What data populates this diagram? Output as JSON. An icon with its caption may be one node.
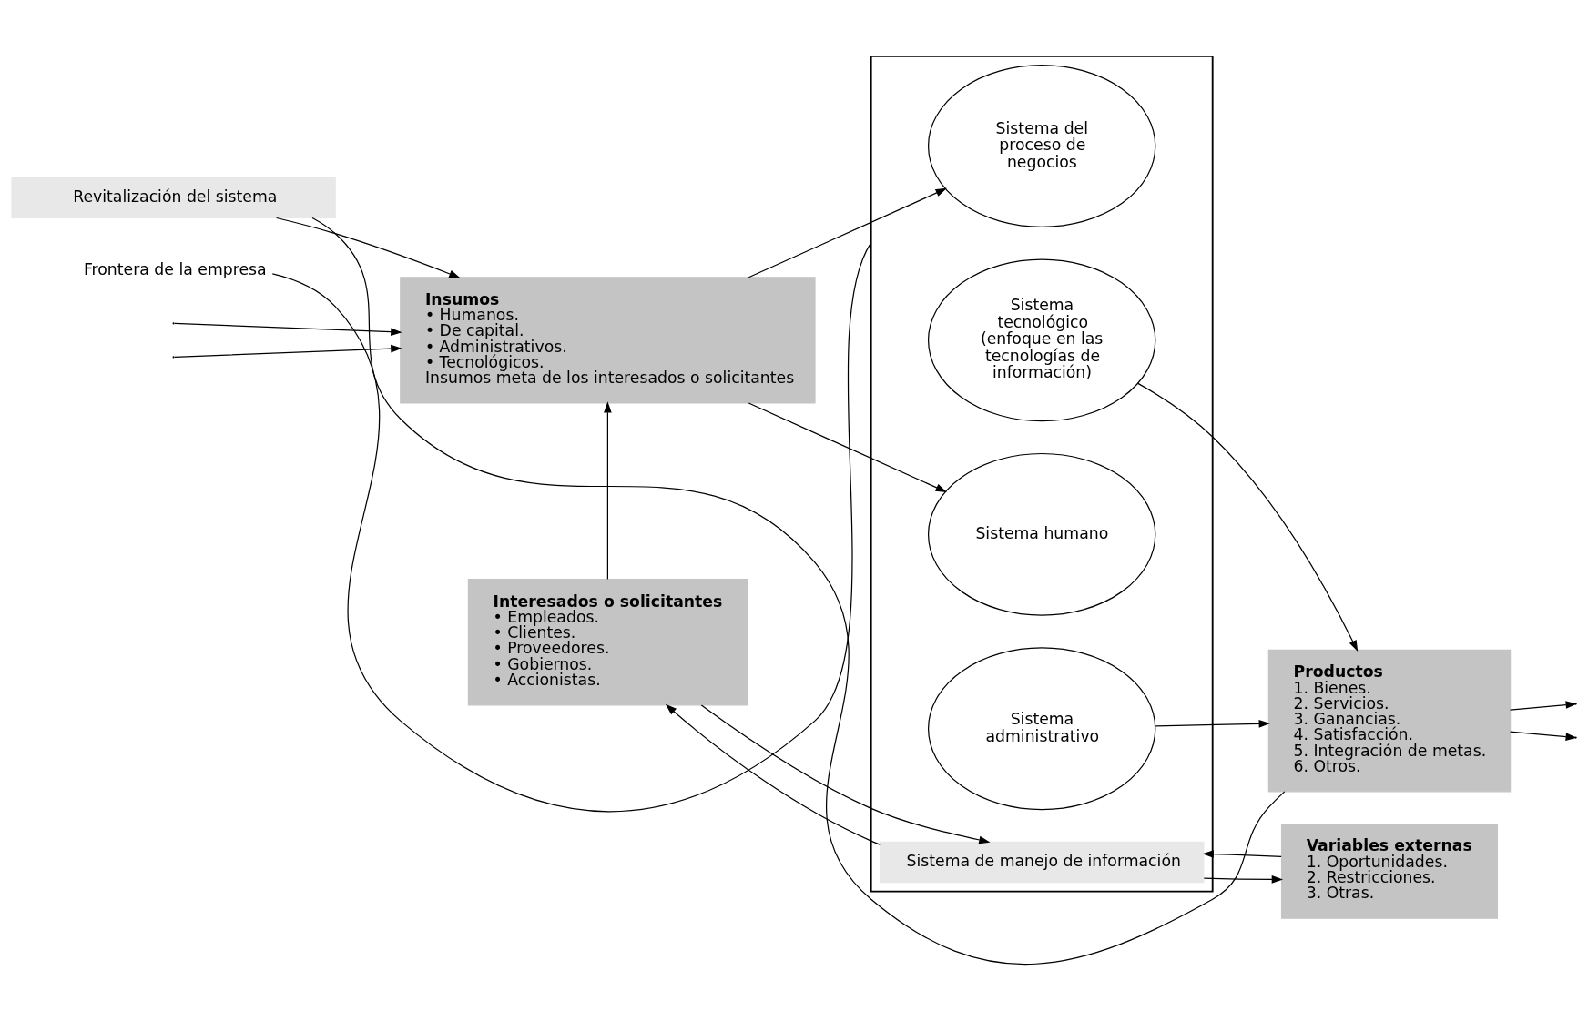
{
  "diagram": {
    "nodes": [
      {
        "text": [
          "Revitalización del sistema"
        ]
      },
      {
        "text": [
          "Insumos",
          "• Humanos.",
          "• De capital.",
          "• Administrativos.",
          "• Tecnológicos.",
          "Insumos meta de los interesados o solicitantes"
        ]
      },
      {
        "text": [],
        "shape": "box"
      },
      {
        "text": [
          "Sistema del proceso de negocios"
        ],
        "in": 2
      },
      {
        "text": [
          "Sistema tecnológico (enfoque en las tecnologías de información)"
        ],
        "in": 2
      },
      {
        "text": [
          "Sistema humano"
        ],
        "in": 2
      },
      {
        "text": [
          "Sistema administrativo"
        ],
        "in": 2
      },
      {
        "text": [
          "Productos",
          "1. Bienes.",
          "2. Servicios.",
          "3. Ganancias.",
          "4. Satisfacción.",
          "5. Integración de metas.",
          "6. Otros."
        ]
      },
      {
        "text": [
          "Sistema de manejo de información"
        ],
        "in": 2
      },
      {
        "text": [
          "Interesados o solicitantes",
          "• Empleados.",
          "• Clientes.",
          "• Proveedores.",
          "• Gobiernos.",
          "• Accionistas."
        ]
      },
      {
        "text": [
          "Variables externas",
          "1. Oportunidades.",
          "2. Restricciones.",
          "3. Otras."
        ]
      },
      {
        "text": [
          "Frontera de la empresa"
        ]
      }
    ],
    "edges": [
      {
        "from": null,
        "to": 1,
        "arrow": "to"
      },
      {
        "from": null,
        "to": 1,
        "arrow": "to"
      },
      {
        "from": 1,
        "to": 3,
        "arrow": "to"
      },
      {
        "from": 1,
        "to": 5,
        "arrow": "to"
      },
      {
        "from": 4,
        "to": 7,
        "arrow": "to"
      },
      {
        "from": 6,
        "to": 7,
        "arrow": "to"
      },
      {
        "from": 7,
        "to": null,
        "arrow": "to"
      },
      {
        "from": 7,
        "to": null,
        "arrow": "to"
      },
      {
        "from": 7,
        "to": 0,
        "arrow": "none"
      },
      {
        "from": 0,
        "to": 1,
        "arrow": "to"
      },
      {
        "from": 8,
        "to": 9,
        "arrow": "to"
      },
      {
        "from": 9,
        "to": 8,
        "arrow": "to"
      },
      {
        "from": 8,
        "to": 10,
        "arrow": "to"
      },
      {
        "from": 10,
        "to": 8,
        "arrow": "to"
      },
      {
        "from": 9,
        "to": 1,
        "arrow": "to"
      },
      {
        "from": 11,
        "to": 2,
        "arrow": "none"
      }
    ]
  }
}
